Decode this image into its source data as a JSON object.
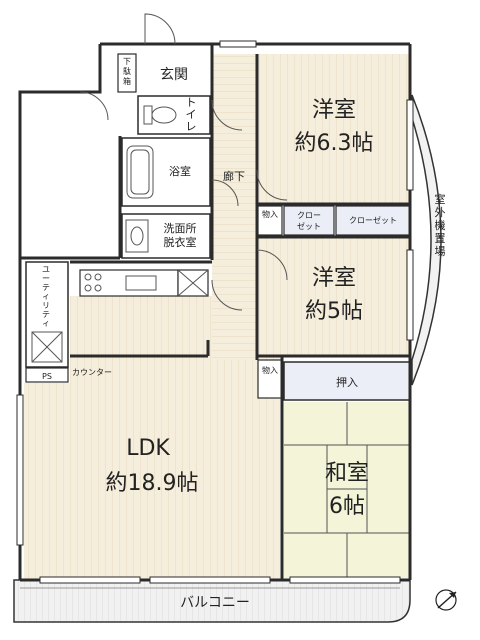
{
  "rooms": {
    "genkan": "玄関",
    "shoe_box": "下駄箱",
    "toilet": "トイレ",
    "bath": "浴室",
    "washroom_line1": "洗面所",
    "washroom_line2": "脱衣室",
    "hallway": "廊下",
    "youshitsu_a_name": "洋室",
    "youshitsu_a_size": "約6.3帖",
    "youshitsu_b_name": "洋室",
    "youshitsu_b_size": "約5帖",
    "closet_small": "クロー\nゼット",
    "closet_small_line1": "クロー",
    "closet_small_line2": "ゼット",
    "closet": "クローゼット",
    "storage_upper": "物入",
    "storage_lower": "物入",
    "oshiire": "押入",
    "washitsu_name": "和室",
    "washitsu_size": "6帖",
    "utility": "ユーティリティ",
    "ps": "PS",
    "counter": "カウンター",
    "ldk_name": "LDK",
    "ldk_size": "約18.9帖",
    "balcony": "バルコニー",
    "outdoor_unit": "室外機置場"
  },
  "colors": {
    "wall": "#2b2b2b",
    "floor_wood": "#f6eedc",
    "floor_line": "#e7dbc0",
    "tatami": "#f4f4d8",
    "wet_area": "#ffffff",
    "closet_fill": "#eceef7",
    "outside": "#f4f4f4"
  },
  "icons": [
    "north-arrow-icon",
    "stove-icon",
    "sink-icon",
    "toilet-icon",
    "bathtub-icon",
    "washbasin-icon"
  ]
}
